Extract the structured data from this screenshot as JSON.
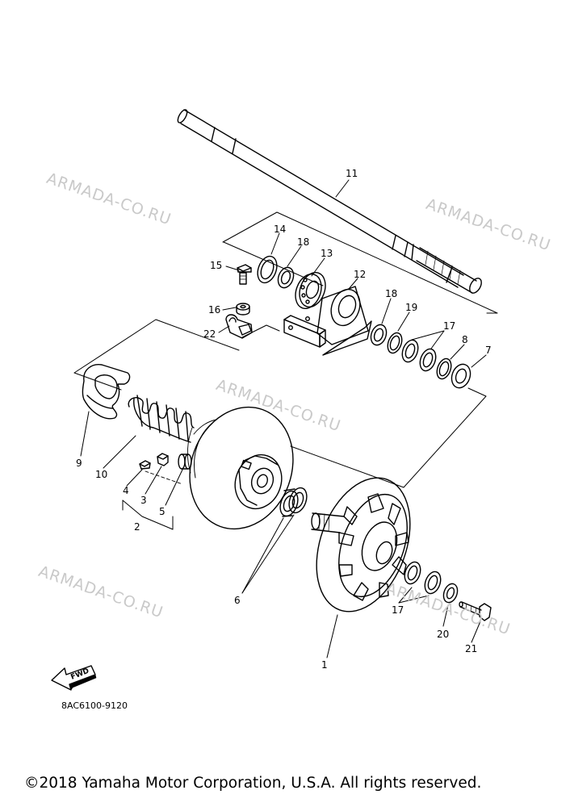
{
  "watermark": "ARMADA-CO.RU",
  "callouts": {
    "c1": "1",
    "c2": "2",
    "c3": "3",
    "c4": "4",
    "c5": "5",
    "c6": "6",
    "c7": "7",
    "c8": "8",
    "c9": "9",
    "c10": "10",
    "c11": "11",
    "c12": "12",
    "c13": "13",
    "c14": "14",
    "c15": "15",
    "c16": "16",
    "c17a": "17",
    "c17b": "17",
    "c18a": "18",
    "c18b": "18",
    "c19": "19",
    "c20": "20",
    "c21": "21",
    "c22": "22"
  },
  "direction_label": "FWD",
  "drawing_code": "8AC6100-9120",
  "copyright": "©2018 Yamaha Motor Corporation, U.S.A. All rights reserved."
}
